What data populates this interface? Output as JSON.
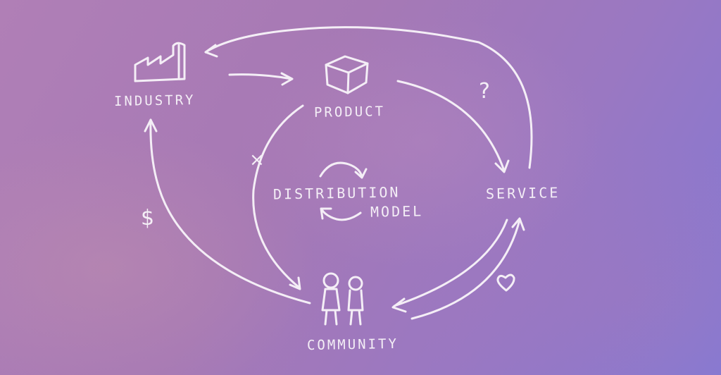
{
  "nodes": {
    "industry": "INDUSTRY",
    "product": "PRODUCT",
    "service": "SERVICE",
    "community": "COMMUNITY",
    "center_line1": "DISTRIBUTION",
    "center_line2": "MODEL"
  },
  "annotations": {
    "money": "$",
    "question": "?",
    "cross": "×",
    "heart": "♡"
  },
  "colors": {
    "stroke": "#f4eef6",
    "background": "#a679b5"
  }
}
